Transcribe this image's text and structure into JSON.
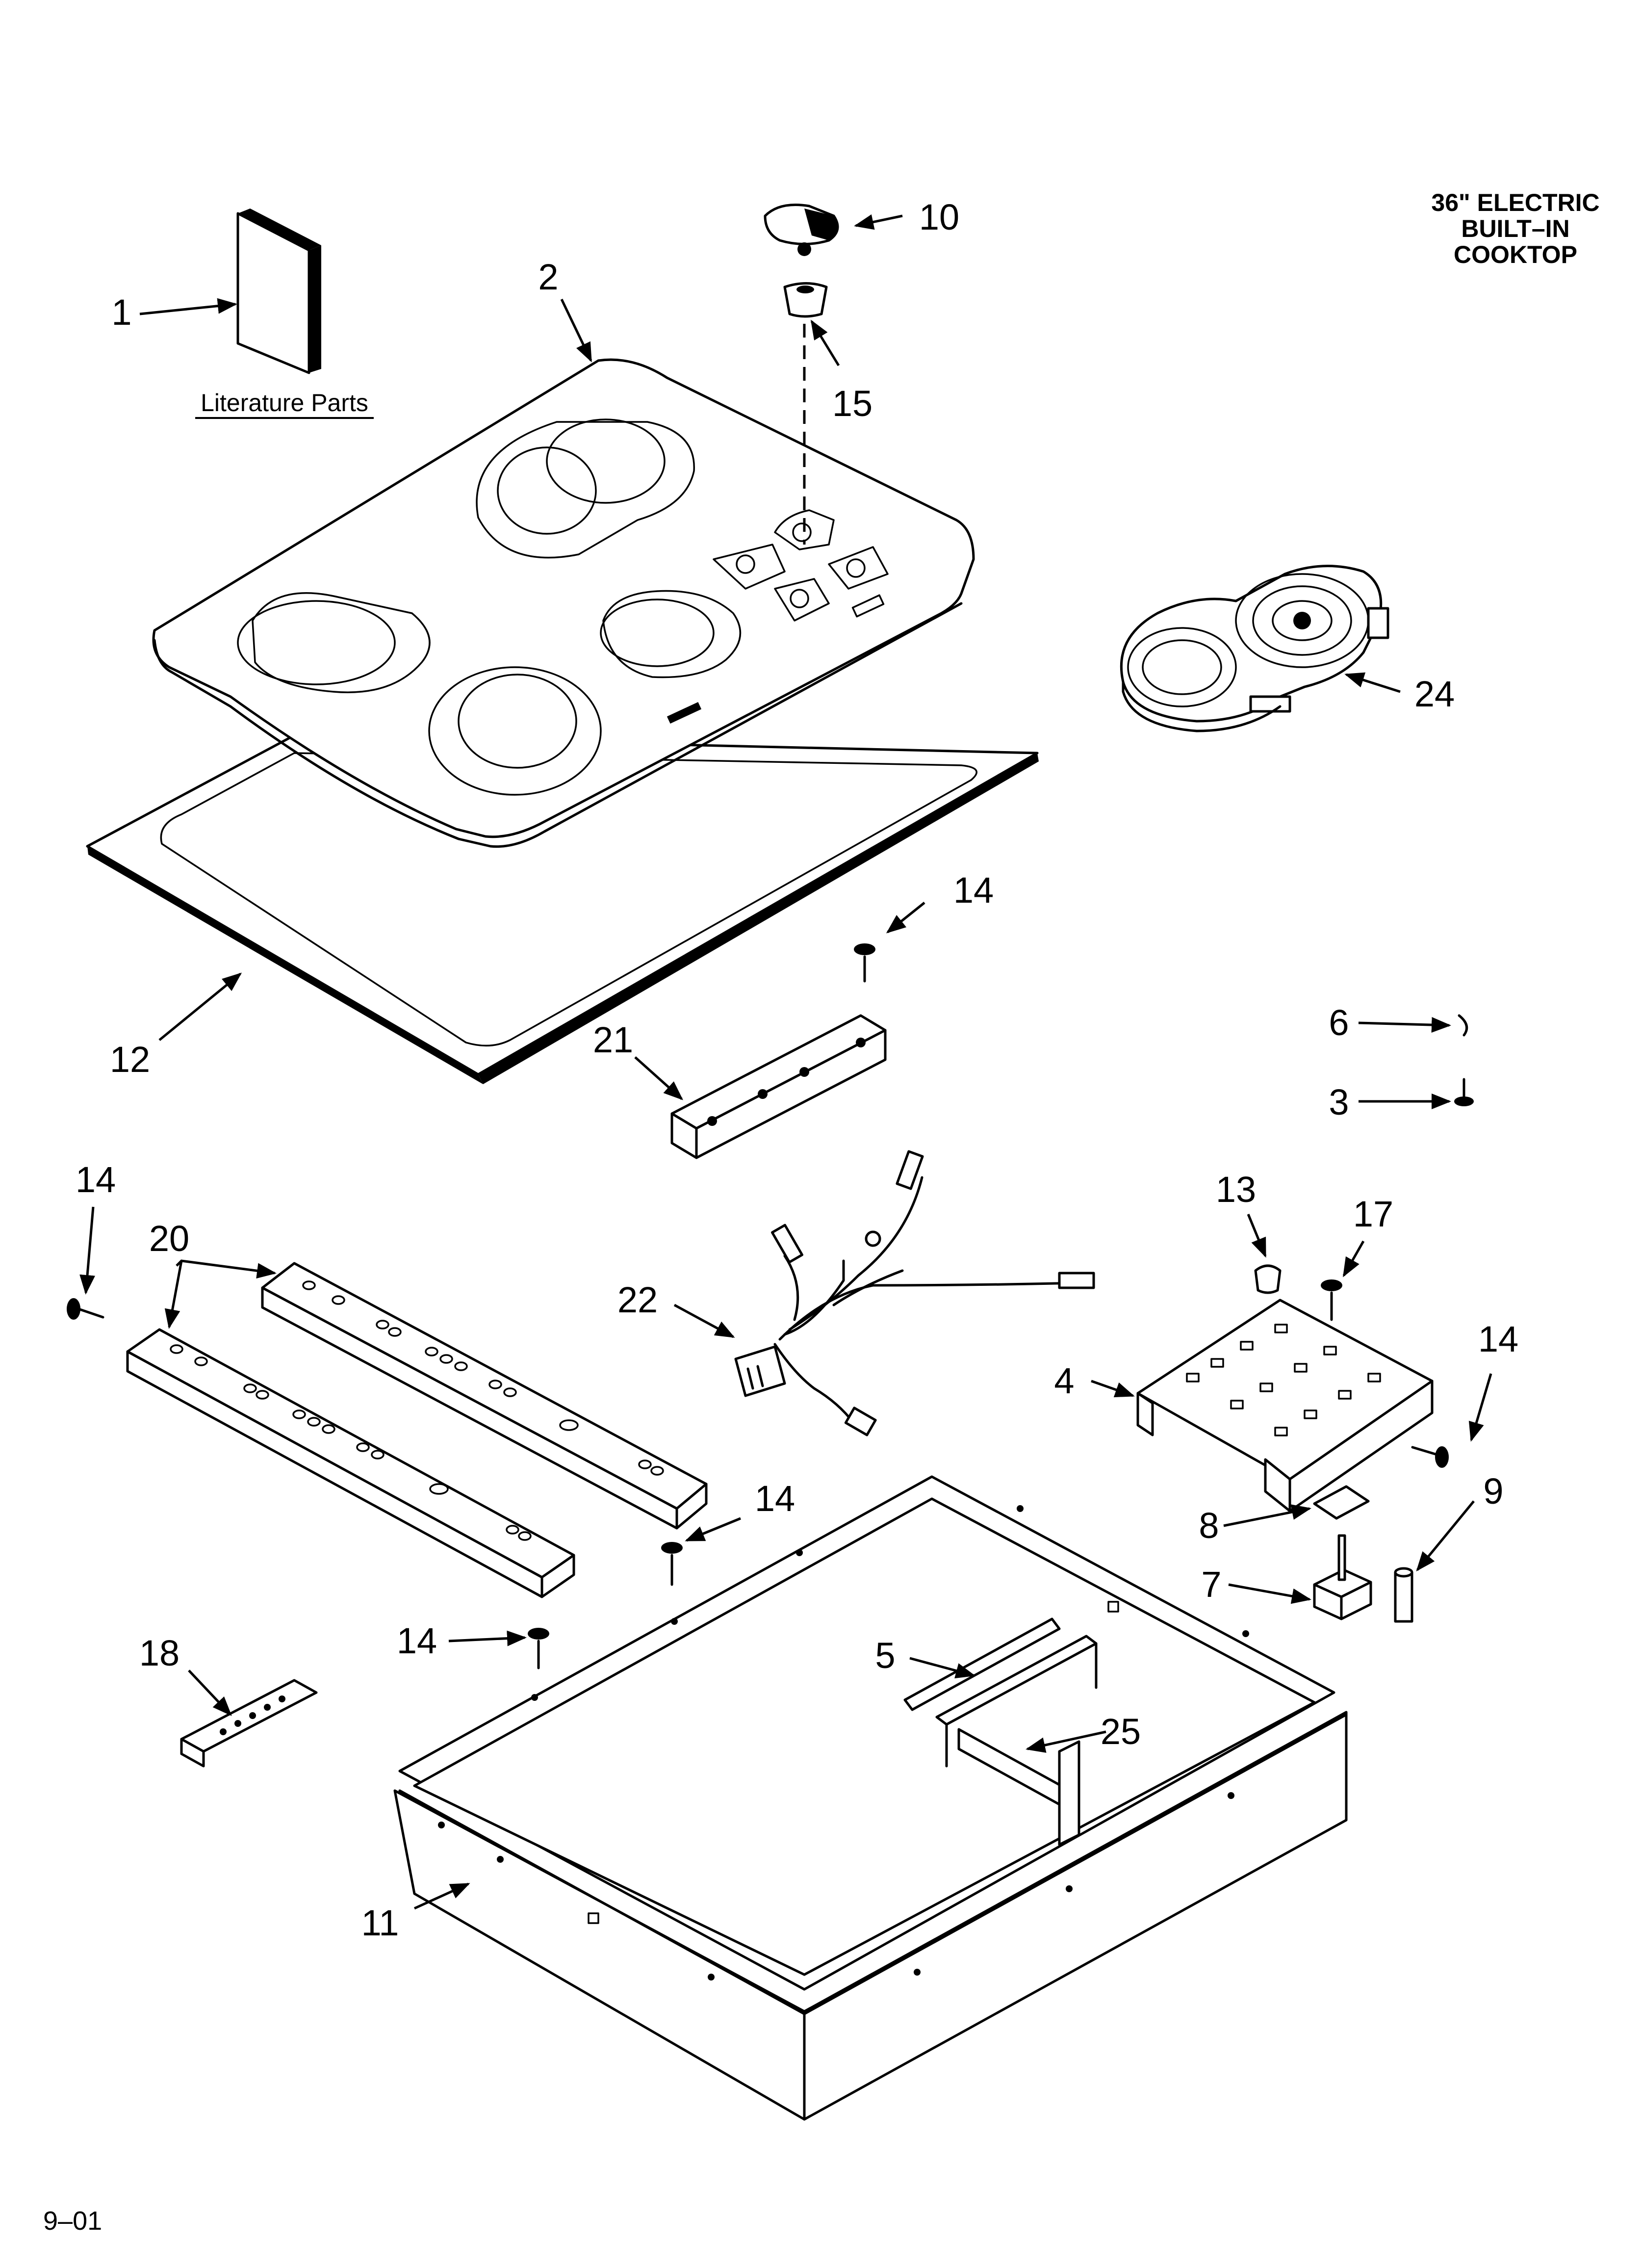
{
  "title": {
    "line1": "36\" ELECTRIC",
    "line2": "BUILT–IN",
    "line3": "COOKTOP"
  },
  "literature_label": "Literature Parts",
  "footer_code": "9–01",
  "callouts": {
    "c1": "1",
    "c2": "2",
    "c3": "3",
    "c4": "4",
    "c5": "5",
    "c6": "6",
    "c7": "7",
    "c8": "8",
    "c9": "9",
    "c10": "10",
    "c11": "11",
    "c12": "12",
    "c13": "13",
    "c14a": "14",
    "c14b": "14",
    "c14c": "14",
    "c14d": "14",
    "c14e": "14",
    "c15": "15",
    "c17": "17",
    "c18": "18",
    "c20": "20",
    "c21": "21",
    "c22": "22",
    "c24": "24",
    "c25": "25"
  },
  "icons": [
    "arrow-icon",
    "screw-icon",
    "knob-icon",
    "burner-element-icon"
  ]
}
